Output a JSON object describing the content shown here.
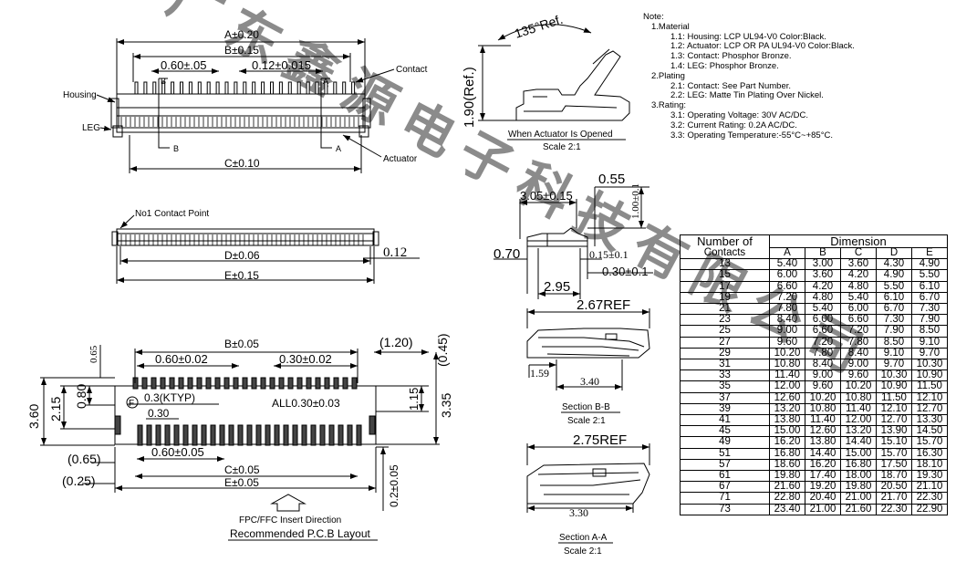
{
  "watermark": "广东鑫源电子科技有限公司",
  "top_view": {
    "dims": {
      "A": "A±0.20",
      "B": "B±0.15",
      "pitch": "0.60±.05",
      "offset": "0.12±0.015",
      "C": "C±0.10"
    },
    "labels": {
      "contact": "Contact",
      "housing": "Housing",
      "leg": "LEG",
      "actuator": "Actuator"
    },
    "section_marks": {
      "a": "A",
      "b": "B"
    }
  },
  "front_view": {
    "no1": "No1 Contact Point",
    "D": "D±0.06",
    "thickness": "0.12",
    "E": "E±0.15"
  },
  "pcb_layout": {
    "B": "B±0.05",
    "top_pitch": "0.60±0.02",
    "top_offset": "0.30±0.02",
    "ref120": "(1.20)",
    "ref045": "(0.45)",
    "v065": "0.65",
    "v360": "3.60",
    "v215": "2.15",
    "v080": "0.80",
    "typ": "0.3(KTYP)",
    "all": "ALL0.30±0.03",
    "v030": "0.30",
    "v115": "1.15",
    "v335": "3.35",
    "bot_pitch": "0.60±0.05",
    "ref065": "(0.65)",
    "ref025": "(0.25)",
    "C": "C±0.05",
    "E": "E±0.05",
    "v020": "0.2±0.05",
    "mark": "F",
    "insert": "FPC/FFC Insert Direction",
    "title": "Recommended P.C.B Layout"
  },
  "opened_view": {
    "angle": "135°Ref.",
    "height": "1.90(Ref.)",
    "caption": "When Actuator Is Opened",
    "scale": "Scale 2:1"
  },
  "side_view": {
    "w055": "0.55",
    "w305": "3.05±0.15",
    "h100": "1.00±0.1",
    "w070": "0.70",
    "t015": "0.15±0.1",
    "t030": "0.30±0.1",
    "w295": "2.95"
  },
  "section_b": {
    "ref": "2.67REF",
    "h159": "1.59",
    "w340": "3.40",
    "caption": "Section B-B",
    "scale": "Scale 2:1"
  },
  "section_a": {
    "ref": "2.75REF",
    "w330": "3.30",
    "caption": "Section A-A",
    "scale": "Scale 2:1"
  },
  "notes": {
    "title": "Note:",
    "material": "1.Material",
    "m1": "1.1: Housing: LCP UL94-V0 Color:Black.",
    "m2": "1.2: Actuator: LCP OR PA UL94-V0 Color:Black.",
    "m3": "1.3: Contact: Phosphor Bronze.",
    "m4": "1.4: LEG: Phosphor Bronze.",
    "plating": "2.Plating",
    "p1": "2.1: Contact: See Part Number.",
    "p2": "2.2: LEG: Matte Tin Plating Over Nickel.",
    "rating": "3.Rating:",
    "r1": "3.1: Operating Voltage: 30V AC/DC.",
    "r2": "3.2: Current Rating: 0.2A AC/DC.",
    "r3": "3.3: Operating Temperature:-55°C~+85°C."
  },
  "table": {
    "h_contacts_1": "Number of",
    "h_contacts_2": "Contacts",
    "h_dimension": "Dimension",
    "columns": [
      "A",
      "B",
      "C",
      "D",
      "E"
    ],
    "rows": [
      [
        "13",
        "5.40",
        "3.00",
        "3.60",
        "4.30",
        "4.90"
      ],
      [
        "15",
        "6.00",
        "3.60",
        "4.20",
        "4.90",
        "5.50"
      ],
      [
        "17",
        "6.60",
        "4.20",
        "4.80",
        "5.50",
        "6.10"
      ],
      [
        "19",
        "7.20",
        "4.80",
        "5.40",
        "6.10",
        "6.70"
      ],
      [
        "21",
        "7.80",
        "5.40",
        "6.00",
        "6.70",
        "7.30"
      ],
      [
        "23",
        "8.40",
        "6.00",
        "6.60",
        "7.30",
        "7.90"
      ],
      [
        "25",
        "9.00",
        "6.60",
        "7.20",
        "7.90",
        "8.50"
      ],
      [
        "27",
        "9.60",
        "7.20",
        "7.80",
        "8.50",
        "9.10"
      ],
      [
        "29",
        "10.20",
        "7.80",
        "8.40",
        "9.10",
        "9.70"
      ],
      [
        "31",
        "10.80",
        "8.40",
        "9.00",
        "9.70",
        "10.30"
      ],
      [
        "33",
        "11.40",
        "9.00",
        "9.60",
        "10.30",
        "10.90"
      ],
      [
        "35",
        "12.00",
        "9.60",
        "10.20",
        "10.90",
        "11.50"
      ],
      [
        "37",
        "12.60",
        "10.20",
        "10.80",
        "11.50",
        "12.10"
      ],
      [
        "39",
        "13.20",
        "10.80",
        "11.40",
        "12.10",
        "12.70"
      ],
      [
        "41",
        "13.80",
        "11.40",
        "12.00",
        "12.70",
        "13.30"
      ],
      [
        "45",
        "15.00",
        "12.60",
        "13.20",
        "13.90",
        "14.50"
      ],
      [
        "49",
        "16.20",
        "13.80",
        "14.40",
        "15.10",
        "15.70"
      ],
      [
        "51",
        "16.80",
        "14.40",
        "15.00",
        "15.70",
        "16.30"
      ],
      [
        "57",
        "18.60",
        "16.20",
        "16.80",
        "17.50",
        "18.10"
      ],
      [
        "61",
        "19.80",
        "17.40",
        "18.00",
        "18.70",
        "19.30"
      ],
      [
        "67",
        "21.60",
        "19.20",
        "19.80",
        "20.50",
        "21.10"
      ],
      [
        "71",
        "22.80",
        "20.40",
        "21.00",
        "21.70",
        "22.30"
      ],
      [
        "73",
        "23.40",
        "21.00",
        "21.60",
        "22.30",
        "22.90"
      ]
    ]
  }
}
